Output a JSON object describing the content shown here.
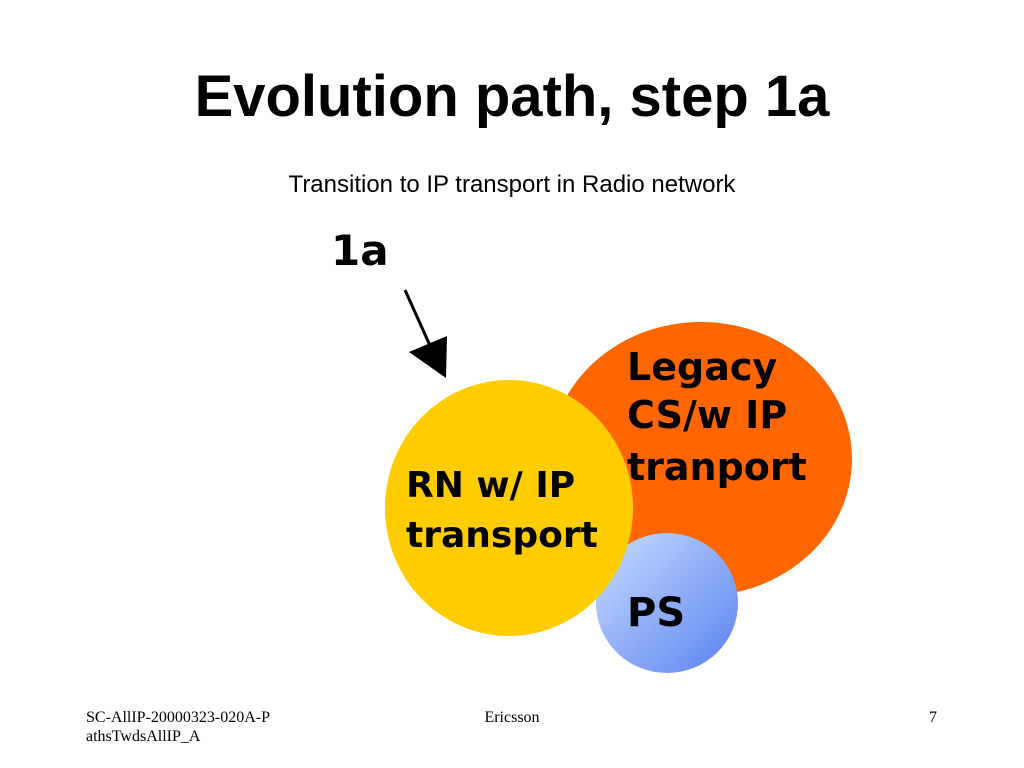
{
  "slide": {
    "title": "Evolution path, step 1a",
    "subtitle": "Transition to IP transport in Radio network"
  },
  "diagram": {
    "step_label": "1a",
    "nodes": {
      "legacy": {
        "lines": [
          "Legacy",
          "CS/w IP",
          "tranport"
        ],
        "color": "#ff6600"
      },
      "rn": {
        "lines": [
          "RN w/ IP",
          "transport"
        ],
        "color": "#ffcc00"
      },
      "ps": {
        "lines": [
          "PS"
        ],
        "color_light": "#c8dcff",
        "color_dark": "#5a82f0"
      }
    }
  },
  "footer": {
    "doc_id": "SC-AllIP-20000323-020A-PathsTwdsAllIP_A",
    "company": "Ericsson",
    "page_number": "7"
  }
}
